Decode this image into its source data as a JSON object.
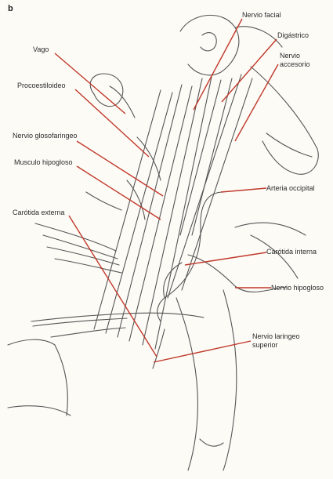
{
  "figure": {
    "panel_letter": "b",
    "labels": {
      "nervio_facial": "Nervio facial",
      "digastrico": "Digástrico",
      "nervio_accesorio_l1": "Nervio",
      "nervio_accesorio_l2": "accesorio",
      "vago": "Vago",
      "procesoestiloideo": "Procoestiloideo",
      "nervio_glosofaringeo": "Nervio glosofaringeo",
      "musculo_hipogloso": "Musculo hipogloso",
      "carotida_externa": "Carótida externa",
      "arteria_occipital": "Arteria occipital",
      "carotida_interna": "Carótida interna",
      "nervio_hipogloso": "Nervio hipogloso",
      "nervio_laringeo_l1": "Nervio laringeo",
      "nervio_laringeo_l2": "superior"
    }
  },
  "colors": {
    "leader_line": "#c0392b",
    "ink": "#555555",
    "background": "#fdfbf6"
  }
}
